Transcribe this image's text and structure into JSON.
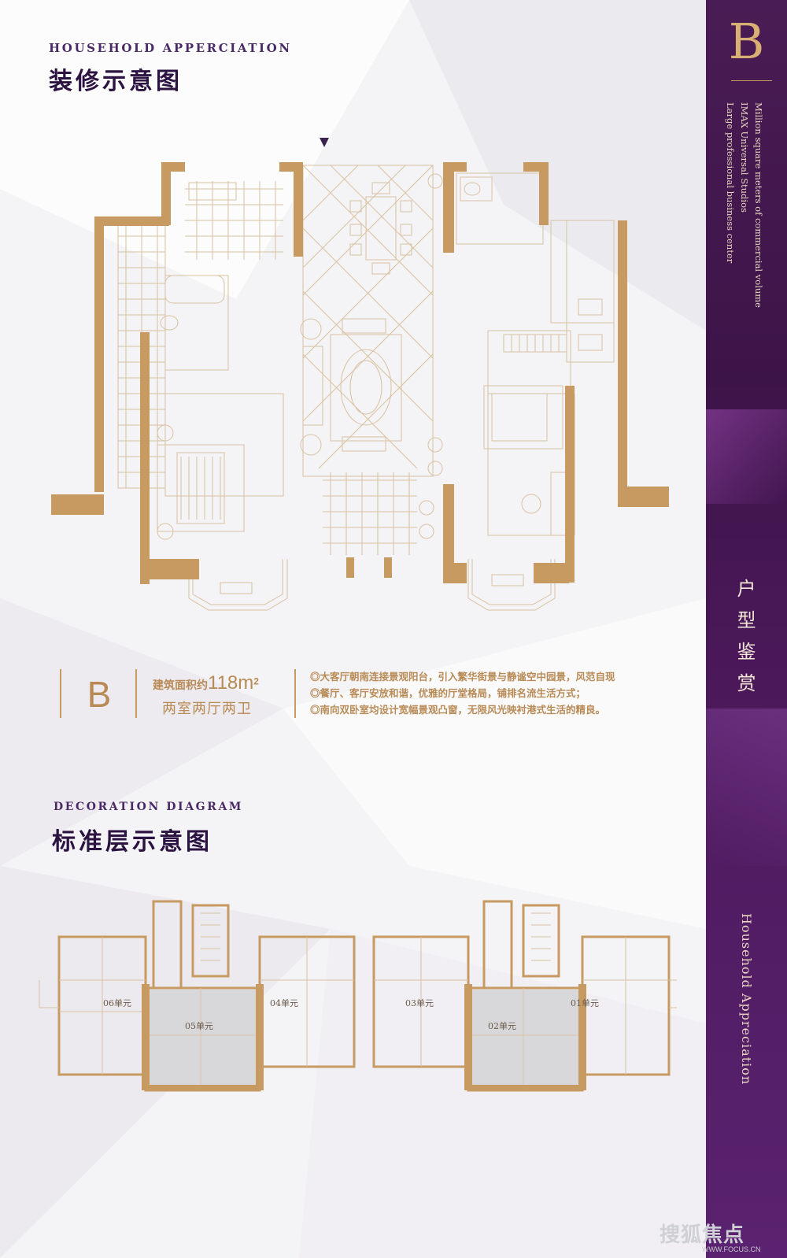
{
  "header": {
    "en_title": "HOUSEHOLD APPERCIATION",
    "cn_title": "装修示意图"
  },
  "sidebar": {
    "letter": "B",
    "lines": [
      "Million square meters of commercial volume",
      "IMAX Universal Studios",
      "Large professional business center"
    ],
    "cn_label": [
      "户",
      "型",
      "鉴",
      "赏"
    ],
    "en_vertical": "Household Appreciation"
  },
  "unit": {
    "letter": "B",
    "area_label": "建筑面积约",
    "area_value": "118",
    "area_unit": "m",
    "area_sup": "2",
    "rooms": "两室两厅两卫",
    "bullets": [
      "◎大客厅朝南连接景观阳台，引入繁华街景与静谧空中园景，风范自现",
      "◎餐厅、客厅安放和谐，优雅的厅堂格局，铺排名流生活方式；",
      "◎南向双卧室均设计宽幅景观凸窗，无限风光映衬港式生活的精良。"
    ]
  },
  "section2": {
    "en_title": "DECORATION DIAGRAM",
    "cn_title": "标准层示意图"
  },
  "floor_units": [
    "06单元",
    "05单元",
    "04单元",
    "03单元",
    "02单元",
    "01单元"
  ],
  "watermark": {
    "text": "搜狐焦点",
    "url": "WWW.FOCUS.CN"
  },
  "colors": {
    "gold": "#c69a61",
    "purple": "#3d1448",
    "line": "#d9c2a2"
  }
}
